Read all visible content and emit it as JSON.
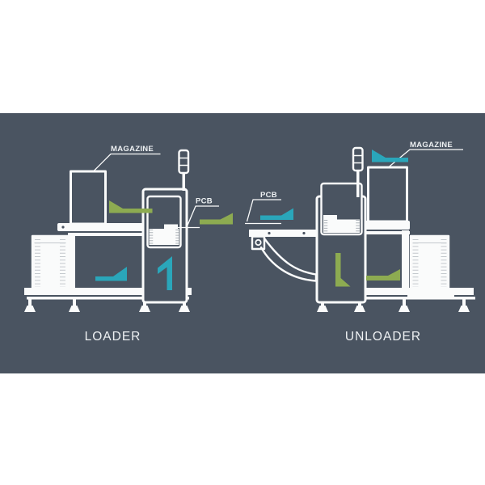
{
  "diagram": {
    "description": "PCB magazine loader and unloader process diagram",
    "loader": {
      "title": "LOADER",
      "magazine_label": "MAGAZINE",
      "pcb_label": "PCB"
    },
    "unloader": {
      "title": "UNLOADER",
      "magazine_label": "MAGAZINE",
      "pcb_label": "PCB"
    },
    "arrows": {
      "loader_magazine_in": {
        "icon": "arrow-left-icon",
        "color_ref": "green"
      },
      "loader_pcb_out": {
        "icon": "arrow-right-icon",
        "color_ref": "green"
      },
      "loader_magazine_feed": {
        "icon": "arrow-right-icon",
        "color_ref": "teal"
      },
      "loader_lift": {
        "icon": "arrow-up-icon",
        "color_ref": "teal"
      },
      "unloader_pcb_in": {
        "icon": "arrow-right-icon",
        "color_ref": "teal"
      },
      "unloader_magazine_out": {
        "icon": "arrow-left-icon",
        "color_ref": "teal"
      },
      "unloader_lower": {
        "icon": "arrow-down-icon",
        "color_ref": "green"
      },
      "unloader_magazine_transfer": {
        "icon": "arrow-right-icon",
        "color_ref": "green"
      }
    }
  },
  "colors": {
    "page_background": "#ffffff",
    "panel": "#4a5461",
    "line": "#fafbfb",
    "label_text": "#eef1f3",
    "teal": "#2aa6ba",
    "green": "#8dab51",
    "slot": "#c3c8cd"
  }
}
